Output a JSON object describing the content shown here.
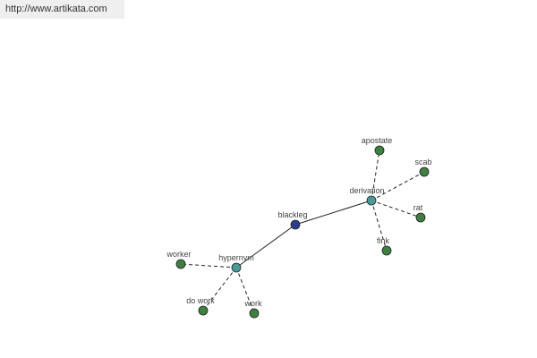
{
  "site_link": {
    "text": "http://www.artikata.com"
  },
  "colors": {
    "center": "#2b3f8f",
    "relation": "#4a9a9a",
    "leaf": "#3f7f3f",
    "edge": "#222222",
    "node_stroke": "#222222"
  },
  "graph": {
    "nodes": [
      {
        "id": "blackleg",
        "label": "blackleg",
        "kind": "center"
      },
      {
        "id": "derivation",
        "label": "derivation",
        "kind": "relation"
      },
      {
        "id": "hypernym",
        "label": "hypernym",
        "kind": "relation"
      },
      {
        "id": "apostate",
        "label": "apostate",
        "kind": "leaf"
      },
      {
        "id": "scab",
        "label": "scab",
        "kind": "leaf"
      },
      {
        "id": "rat",
        "label": "rat",
        "kind": "leaf"
      },
      {
        "id": "fink",
        "label": "fink",
        "kind": "leaf"
      },
      {
        "id": "worker",
        "label": "worker",
        "kind": "leaf"
      },
      {
        "id": "do-work",
        "label": "do work",
        "kind": "leaf"
      },
      {
        "id": "work",
        "label": "work",
        "kind": "leaf"
      }
    ],
    "edges": [
      {
        "from": "blackleg",
        "to": "derivation",
        "style": "solid"
      },
      {
        "from": "blackleg",
        "to": "hypernym",
        "style": "solid"
      },
      {
        "from": "derivation",
        "to": "apostate",
        "style": "dashed"
      },
      {
        "from": "derivation",
        "to": "scab",
        "style": "dashed"
      },
      {
        "from": "derivation",
        "to": "rat",
        "style": "dashed"
      },
      {
        "from": "derivation",
        "to": "fink",
        "style": "dashed"
      },
      {
        "from": "hypernym",
        "to": "worker",
        "style": "dashed"
      },
      {
        "from": "hypernym",
        "to": "do-work",
        "style": "dashed"
      },
      {
        "from": "hypernym",
        "to": "work",
        "style": "dashed"
      }
    ]
  }
}
